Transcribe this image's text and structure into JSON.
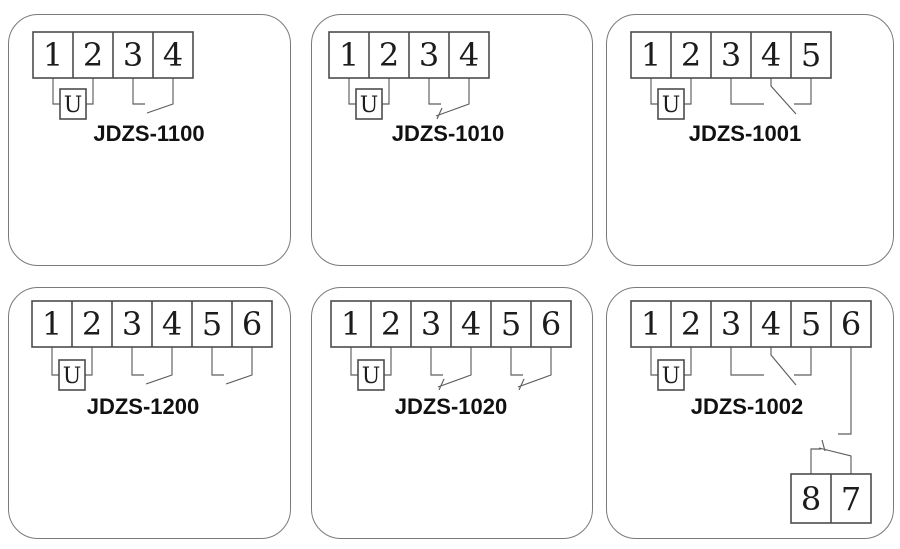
{
  "document": {
    "kind": "relay terminal wiring diagrams",
    "series": "JDZS"
  },
  "style": {
    "background": "#ffffff",
    "panel_border_color": "#7a7a7a",
    "box_border_color": "#4c4c4c",
    "wire_color": "#5d5d5d",
    "text_color": "#1c1c1c"
  },
  "panels": [
    {
      "title": "JDZS-1100",
      "u_label": "U",
      "terminals": [
        "1",
        "2",
        "3",
        "4"
      ],
      "contacts": [
        "normally-open-contact-3-4"
      ]
    },
    {
      "title": "JDZS-1010",
      "u_label": "U",
      "terminals": [
        "1",
        "2",
        "3",
        "4"
      ],
      "contacts": [
        "normally-closed-contact-3-4"
      ]
    },
    {
      "title": "JDZS-1001",
      "u_label": "U",
      "terminals": [
        "1",
        "2",
        "3",
        "4",
        "5"
      ],
      "contacts": [
        "changeover-contact-3-4-5"
      ]
    },
    {
      "title": "JDZS-1200",
      "u_label": "U",
      "terminals": [
        "1",
        "2",
        "3",
        "4",
        "5",
        "6"
      ],
      "contacts": [
        "normally-open-contact-3-4",
        "normally-open-contact-5-6"
      ]
    },
    {
      "title": "JDZS-1020",
      "u_label": "U",
      "terminals": [
        "1",
        "2",
        "3",
        "4",
        "5",
        "6"
      ],
      "contacts": [
        "normally-closed-contact-3-4",
        "normally-closed-contact-5-6"
      ]
    },
    {
      "title": "JDZS-1002",
      "u_label": "U",
      "terminals": [
        "1",
        "2",
        "3",
        "4",
        "5",
        "6"
      ],
      "aux_terminals": [
        "8",
        "7"
      ],
      "contacts": [
        "changeover-contact-3-4-5",
        "changeover-contact-6-7-8"
      ]
    }
  ]
}
